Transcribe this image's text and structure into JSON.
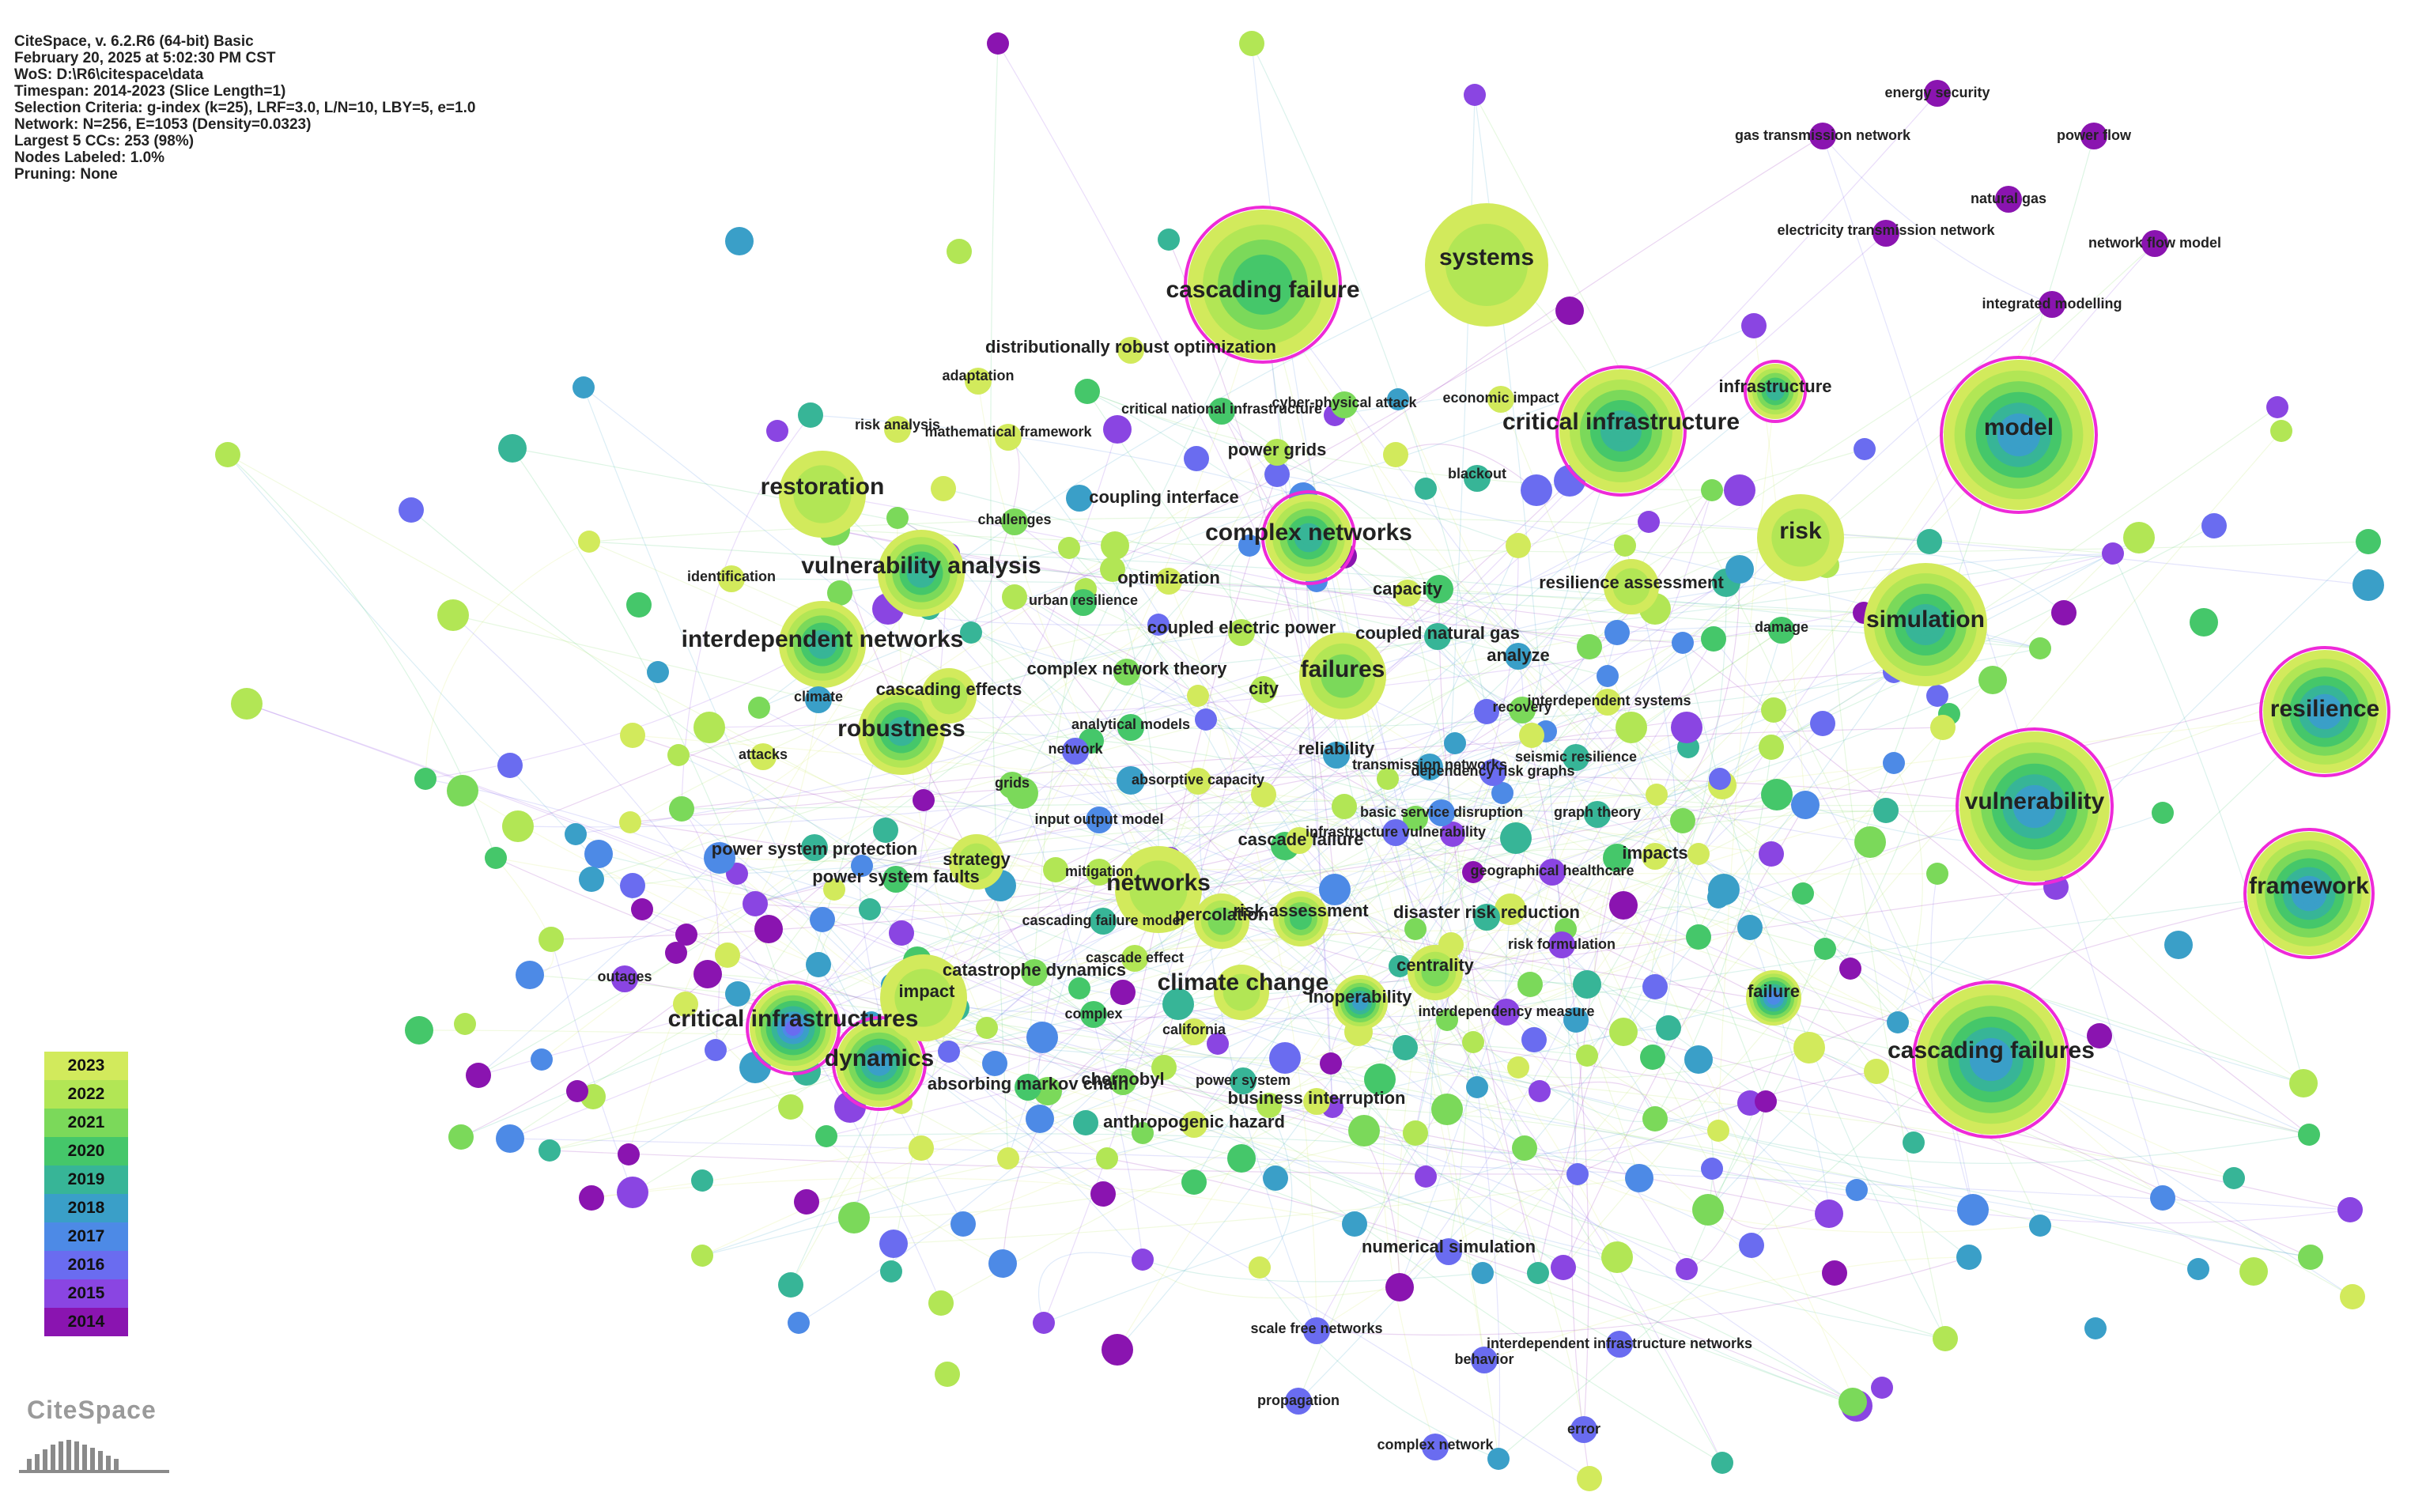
{
  "meta": {
    "lines": [
      "CiteSpace, v. 6.2.R6 (64-bit) Basic",
      "February 20, 2025 at 5:02:30 PM CST",
      "WoS: D:\\R6\\citespace\\data",
      "Timespan: 2014-2023 (Slice Length=1)",
      "Selection Criteria: g-index (k=25), LRF=3.0, L/N=10, LBY=5, e=1.0",
      "Network: N=256, E=1053 (Density=0.0323)",
      "Largest 5 CCs: 253 (98%)",
      "Nodes Labeled: 1.0%",
      "Pruning: None"
    ]
  },
  "legend": {
    "years": [
      {
        "label": "2023",
        "color": "#d2ea5c"
      },
      {
        "label": "2022",
        "color": "#b2e655"
      },
      {
        "label": "2021",
        "color": "#7bd95a"
      },
      {
        "label": "2020",
        "color": "#45c76a"
      },
      {
        "label": "2019",
        "color": "#37b597"
      },
      {
        "label": "2018",
        "color": "#3a9fc8"
      },
      {
        "label": "2017",
        "color": "#4d8ae6"
      },
      {
        "label": "2016",
        "color": "#6a6cf0"
      },
      {
        "label": "2015",
        "color": "#8a45e2"
      },
      {
        "label": "2014",
        "color": "#8a14b0"
      }
    ]
  },
  "logo": {
    "text": "CiteSpace"
  },
  "colors": {
    "burst_ring": "#ee2ad8",
    "label": "#222222"
  },
  "keywords": [
    {
      "label": "cascading failure",
      "year": 2020,
      "size": "xl",
      "burst": true,
      "font": "large"
    },
    {
      "label": "systems",
      "year": 2022,
      "size": "xl",
      "burst": false,
      "font": "large"
    },
    {
      "label": "critical infrastructure",
      "year": 2019,
      "size": "xl",
      "burst": true,
      "font": "large"
    },
    {
      "label": "model",
      "year": 2018,
      "size": "xl",
      "burst": true,
      "font": "large"
    },
    {
      "label": "restoration",
      "year": 2022,
      "size": "l",
      "burst": false,
      "font": "large"
    },
    {
      "label": "complex networks",
      "year": 2019,
      "size": "l",
      "burst": true,
      "font": "large"
    },
    {
      "label": "vulnerability analysis",
      "year": 2019,
      "size": "l",
      "burst": false,
      "font": "large"
    },
    {
      "label": "risk",
      "year": 2022,
      "size": "l",
      "burst": false,
      "font": "large"
    },
    {
      "label": "simulation",
      "year": 2019,
      "size": "xl",
      "burst": false,
      "font": "large"
    },
    {
      "label": "resilience",
      "year": 2018,
      "size": "xl",
      "burst": true,
      "font": "large"
    },
    {
      "label": "interdependent networks",
      "year": 2019,
      "size": "l",
      "burst": false,
      "font": "large"
    },
    {
      "label": "failures",
      "year": 2021,
      "size": "l",
      "burst": false,
      "font": "large"
    },
    {
      "label": "robustness",
      "year": 2019,
      "size": "l",
      "burst": false,
      "font": "large"
    },
    {
      "label": "vulnerability",
      "year": 2018,
      "size": "xl",
      "burst": true,
      "font": "large"
    },
    {
      "label": "framework",
      "year": 2018,
      "size": "xl",
      "burst": true,
      "font": "large"
    },
    {
      "label": "networks",
      "year": 2022,
      "size": "l",
      "burst": false,
      "font": "large"
    },
    {
      "label": "critical infrastructures",
      "year": 2016,
      "size": "l",
      "burst": true,
      "font": "large"
    },
    {
      "label": "dynamics",
      "year": 2018,
      "size": "l",
      "burst": true,
      "font": "large"
    },
    {
      "label": "cascading failures",
      "year": 2018,
      "size": "xl",
      "burst": true,
      "font": "large"
    },
    {
      "label": "climate change",
      "year": 2022,
      "size": "m",
      "burst": false,
      "font": "large"
    },
    {
      "label": "strategy",
      "year": 2022,
      "size": "m",
      "burst": false,
      "font": "mid"
    },
    {
      "label": "impact",
      "year": 2022,
      "size": "l",
      "burst": false,
      "font": "mid"
    },
    {
      "label": "percolation",
      "year": 2021,
      "size": "m",
      "burst": false,
      "font": "mid"
    },
    {
      "label": "risk assessment",
      "year": 2020,
      "size": "m",
      "burst": false,
      "font": "mid"
    },
    {
      "label": "centrality",
      "year": 2021,
      "size": "m",
      "burst": false,
      "font": "mid"
    },
    {
      "label": "inoperability",
      "year": 2018,
      "size": "m",
      "burst": false,
      "font": "mid"
    },
    {
      "label": "failure",
      "year": 2017,
      "size": "m",
      "burst": false,
      "font": "mid"
    },
    {
      "label": "cascading effects",
      "year": 2022,
      "size": "m",
      "burst": false,
      "font": "mid"
    },
    {
      "label": "resilience assessment",
      "year": 2022,
      "size": "m",
      "burst": false,
      "font": "mid"
    },
    {
      "label": "distributionally robust optimization",
      "year": 2023,
      "size": "s",
      "burst": false,
      "font": "mid"
    },
    {
      "label": "power grids",
      "year": 2022,
      "size": "s",
      "burst": false,
      "font": "mid"
    },
    {
      "label": "capacity",
      "year": 2023,
      "size": "s",
      "burst": false,
      "font": "mid"
    },
    {
      "label": "coupled electric power",
      "year": 2022,
      "size": "s",
      "burst": false,
      "font": "mid"
    },
    {
      "label": "coupled natural gas",
      "year": 2019,
      "size": "s",
      "burst": false,
      "font": "mid"
    },
    {
      "label": "complex network theory",
      "year": 2021,
      "size": "s",
      "burst": false,
      "font": "mid"
    },
    {
      "label": "reliability",
      "year": 2018,
      "size": "s",
      "burst": false,
      "font": "mid"
    },
    {
      "label": "impacts",
      "year": 2023,
      "size": "s",
      "burst": false,
      "font": "mid"
    },
    {
      "label": "infrastructure",
      "year": 2019,
      "size": "m",
      "burst": true,
      "font": "mid"
    },
    {
      "label": "coupling interface",
      "year": 2018,
      "size": "s",
      "burst": false,
      "font": "mid"
    },
    {
      "label": "optimization",
      "year": 2023,
      "size": "s",
      "burst": false,
      "font": "mid"
    },
    {
      "label": "analyze",
      "year": 2018,
      "size": "s",
      "burst": false,
      "font": "mid"
    },
    {
      "label": "city",
      "year": 2022,
      "size": "s",
      "burst": false,
      "font": "mid"
    },
    {
      "label": "cascade failure",
      "year": 2023,
      "size": "s",
      "burst": false,
      "font": "mid"
    },
    {
      "label": "disaster risk reduction",
      "year": 2019,
      "size": "s",
      "burst": false,
      "font": "mid"
    },
    {
      "label": "power system protection",
      "year": 2019,
      "size": "s",
      "burst": false,
      "font": "mid"
    },
    {
      "label": "power system faults",
      "year": 2020,
      "size": "s",
      "burst": false,
      "font": "mid"
    },
    {
      "label": "catastrophe dynamics",
      "year": 2021,
      "size": "s",
      "burst": false,
      "font": "mid"
    },
    {
      "label": "absorbing markov chain",
      "year": 2020,
      "size": "s",
      "burst": false,
      "font": "mid"
    },
    {
      "label": "chernobyl",
      "year": 2021,
      "size": "s",
      "burst": false,
      "font": "mid"
    },
    {
      "label": "business interruption",
      "year": 2023,
      "size": "s",
      "burst": false,
      "font": "mid"
    },
    {
      "label": "anthropogenic hazard",
      "year": 2023,
      "size": "s",
      "burst": false,
      "font": "mid"
    },
    {
      "label": "numerical simulation",
      "year": 2016,
      "size": "s",
      "burst": false,
      "font": "mid"
    },
    {
      "label": "mathematical framework",
      "year": 2023,
      "size": "s",
      "burst": false,
      "font": "small"
    },
    {
      "label": "challenges",
      "year": 2021,
      "size": "s",
      "burst": false,
      "font": "small"
    },
    {
      "label": "urban resilience",
      "year": 2020,
      "size": "s",
      "burst": false,
      "font": "small"
    },
    {
      "label": "adaptation",
      "year": 2023,
      "size": "s",
      "burst": false,
      "font": "small"
    },
    {
      "label": "risk analysis",
      "year": 2023,
      "size": "s",
      "burst": false,
      "font": "small"
    },
    {
      "label": "critical national infrastructure",
      "year": 2020,
      "size": "s",
      "burst": false,
      "font": "small"
    },
    {
      "label": "cyber-physical attack",
      "year": 2021,
      "size": "s",
      "burst": false,
      "font": "small"
    },
    {
      "label": "economic impact",
      "year": 2023,
      "size": "s",
      "burst": false,
      "font": "small"
    },
    {
      "label": "blackout",
      "year": 2019,
      "size": "s",
      "burst": false,
      "font": "small"
    },
    {
      "label": "identification",
      "year": 2023,
      "size": "s",
      "burst": false,
      "font": "small"
    },
    {
      "label": "damage",
      "year": 2020,
      "size": "s",
      "burst": false,
      "font": "small"
    },
    {
      "label": "climate",
      "year": 2018,
      "size": "s",
      "burst": false,
      "font": "small"
    },
    {
      "label": "recovery",
      "year": 2021,
      "size": "s",
      "burst": false,
      "font": "small"
    },
    {
      "label": "interdependent systems",
      "year": 2023,
      "size": "s",
      "burst": false,
      "font": "small"
    },
    {
      "label": "analytical models",
      "year": 2020,
      "size": "s",
      "burst": false,
      "font": "small"
    },
    {
      "label": "network",
      "year": 2016,
      "size": "s",
      "burst": false,
      "font": "small"
    },
    {
      "label": "attacks",
      "year": 2023,
      "size": "s",
      "burst": false,
      "font": "small"
    },
    {
      "label": "seismic resilience",
      "year": 2019,
      "size": "s",
      "burst": false,
      "font": "small"
    },
    {
      "label": "transmission networks",
      "year": 2018,
      "size": "s",
      "burst": false,
      "font": "small"
    },
    {
      "label": "dependency risk graphs",
      "year": 2016,
      "size": "s",
      "burst": false,
      "font": "small"
    },
    {
      "label": "absorptive capacity",
      "year": 2023,
      "size": "s",
      "burst": false,
      "font": "small"
    },
    {
      "label": "grids",
      "year": 2021,
      "size": "s",
      "burst": false,
      "font": "small"
    },
    {
      "label": "basic service disruption",
      "year": 2017,
      "size": "s",
      "burst": false,
      "font": "small"
    },
    {
      "label": "graph theory",
      "year": 2019,
      "size": "s",
      "burst": false,
      "font": "small"
    },
    {
      "label": "input output model",
      "year": 2017,
      "size": "s",
      "burst": false,
      "font": "small"
    },
    {
      "label": "infrastructure vulnerability",
      "year": 2016,
      "size": "s",
      "burst": false,
      "font": "small"
    },
    {
      "label": "mitigation",
      "year": 2022,
      "size": "s",
      "burst": false,
      "font": "small"
    },
    {
      "label": "geographical healthcare",
      "year": 2015,
      "size": "s",
      "burst": false,
      "font": "small"
    },
    {
      "label": "cascading failure model",
      "year": 2019,
      "size": "s",
      "burst": false,
      "font": "small"
    },
    {
      "label": "risk formulation",
      "year": 2015,
      "size": "s",
      "burst": false,
      "font": "small"
    },
    {
      "label": "outages",
      "year": 2015,
      "size": "s",
      "burst": false,
      "font": "small"
    },
    {
      "label": "cascade effect",
      "year": 2022,
      "size": "s",
      "burst": false,
      "font": "small"
    },
    {
      "label": "interdependency measure",
      "year": 2015,
      "size": "s",
      "burst": false,
      "font": "small"
    },
    {
      "label": "complex",
      "year": 2020,
      "size": "s",
      "burst": false,
      "font": "small"
    },
    {
      "label": "california",
      "year": 2023,
      "size": "s",
      "burst": false,
      "font": "small"
    },
    {
      "label": "power system",
      "year": 2019,
      "size": "s",
      "burst": false,
      "font": "small"
    },
    {
      "label": "scale free networks",
      "year": 2016,
      "size": "s",
      "burst": false,
      "font": "small"
    },
    {
      "label": "interdependent infrastructure networks",
      "year": 2016,
      "size": "s",
      "burst": false,
      "font": "small"
    },
    {
      "label": "behavior",
      "year": 2016,
      "size": "s",
      "burst": false,
      "font": "small"
    },
    {
      "label": "propagation",
      "year": 2016,
      "size": "s",
      "burst": false,
      "font": "small"
    },
    {
      "label": "complex network",
      "year": 2016,
      "size": "s",
      "burst": false,
      "font": "small"
    },
    {
      "label": "error",
      "year": 2016,
      "size": "s",
      "burst": false,
      "font": "small"
    },
    {
      "label": "energy security",
      "year": 2014,
      "size": "s",
      "burst": false,
      "font": "small"
    },
    {
      "label": "gas transmission network",
      "year": 2014,
      "size": "s",
      "burst": false,
      "font": "small"
    },
    {
      "label": "power flow",
      "year": 2014,
      "size": "s",
      "burst": false,
      "font": "small"
    },
    {
      "label": "natural gas",
      "year": 2014,
      "size": "s",
      "burst": false,
      "font": "small"
    },
    {
      "label": "electricity transmission network",
      "year": 2014,
      "size": "s",
      "burst": false,
      "font": "small"
    },
    {
      "label": "network flow model",
      "year": 2014,
      "size": "s",
      "burst": false,
      "font": "small"
    },
    {
      "label": "integrated modelling",
      "year": 2014,
      "size": "s",
      "burst": false,
      "font": "small"
    }
  ]
}
